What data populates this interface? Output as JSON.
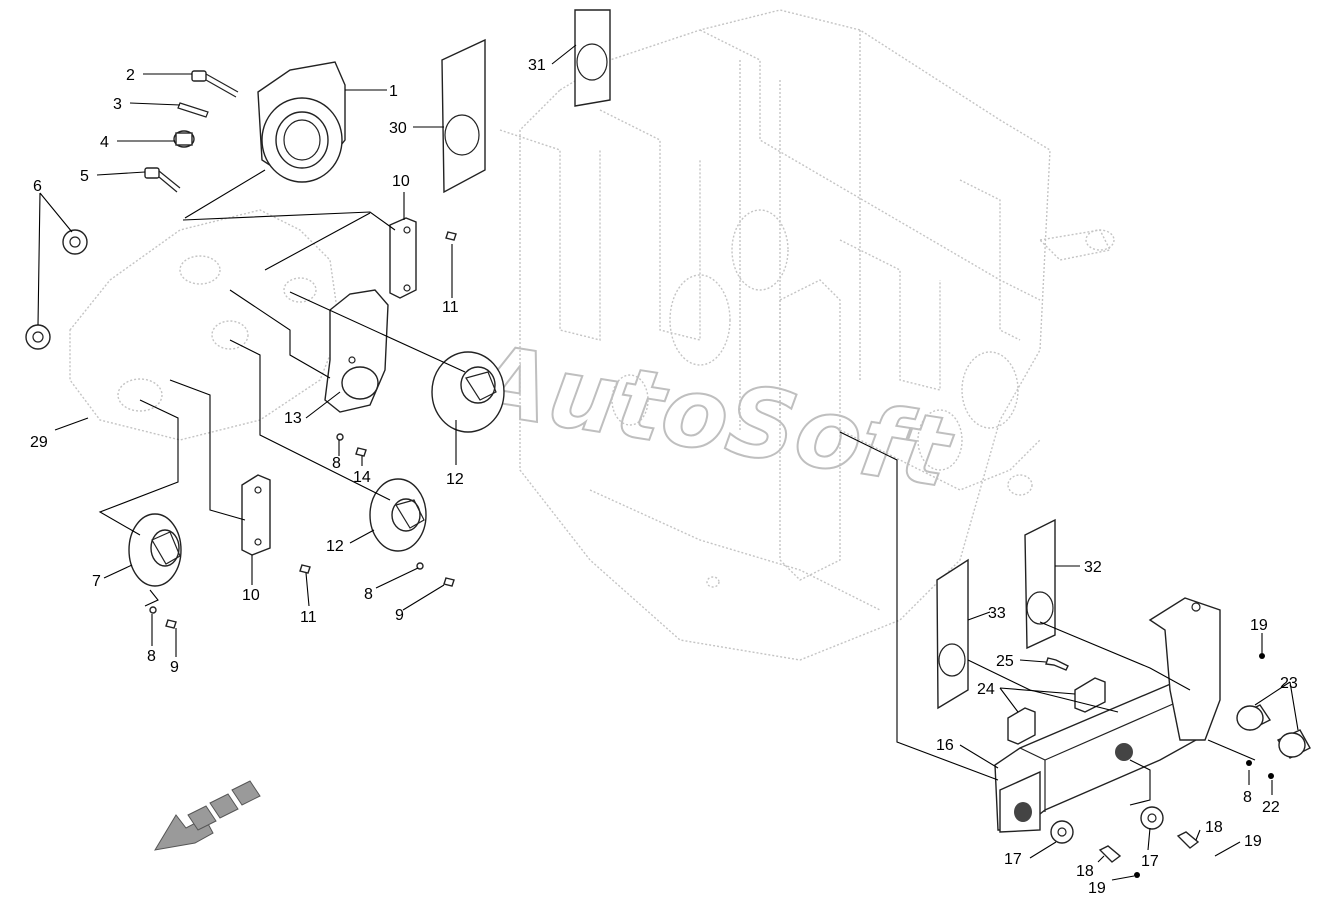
{
  "watermark": "AutoSoft",
  "callouts": [
    {
      "id": "c1",
      "text": "1"
    },
    {
      "id": "c2",
      "text": "2"
    },
    {
      "id": "c3",
      "text": "3"
    },
    {
      "id": "c4",
      "text": "4"
    },
    {
      "id": "c5",
      "text": "5"
    },
    {
      "id": "c6",
      "text": "6"
    },
    {
      "id": "c29",
      "text": "29"
    },
    {
      "id": "c30",
      "text": "30"
    },
    {
      "id": "c31",
      "text": "31"
    },
    {
      "id": "c10a",
      "text": "10"
    },
    {
      "id": "c11a",
      "text": "11"
    },
    {
      "id": "c13",
      "text": "13"
    },
    {
      "id": "c8a",
      "text": "8"
    },
    {
      "id": "c14",
      "text": "14"
    },
    {
      "id": "c12a",
      "text": "12"
    },
    {
      "id": "c12b",
      "text": "12"
    },
    {
      "id": "c7",
      "text": "7"
    },
    {
      "id": "c8b",
      "text": "8"
    },
    {
      "id": "c9a",
      "text": "9"
    },
    {
      "id": "c10b",
      "text": "10"
    },
    {
      "id": "c11b",
      "text": "11"
    },
    {
      "id": "c8c",
      "text": "8"
    },
    {
      "id": "c9b",
      "text": "9"
    },
    {
      "id": "c32",
      "text": "32"
    },
    {
      "id": "c33",
      "text": "33"
    },
    {
      "id": "c19a",
      "text": "19"
    },
    {
      "id": "c25",
      "text": "25"
    },
    {
      "id": "c24",
      "text": "24"
    },
    {
      "id": "c23",
      "text": "23"
    },
    {
      "id": "c16",
      "text": "16"
    },
    {
      "id": "c8d",
      "text": "8"
    },
    {
      "id": "c22",
      "text": "22"
    },
    {
      "id": "c18a",
      "text": "18"
    },
    {
      "id": "c19b",
      "text": "19"
    },
    {
      "id": "c17a",
      "text": "17"
    },
    {
      "id": "c17b",
      "text": "17"
    },
    {
      "id": "c18b",
      "text": "18"
    },
    {
      "id": "c19c",
      "text": "19"
    }
  ]
}
